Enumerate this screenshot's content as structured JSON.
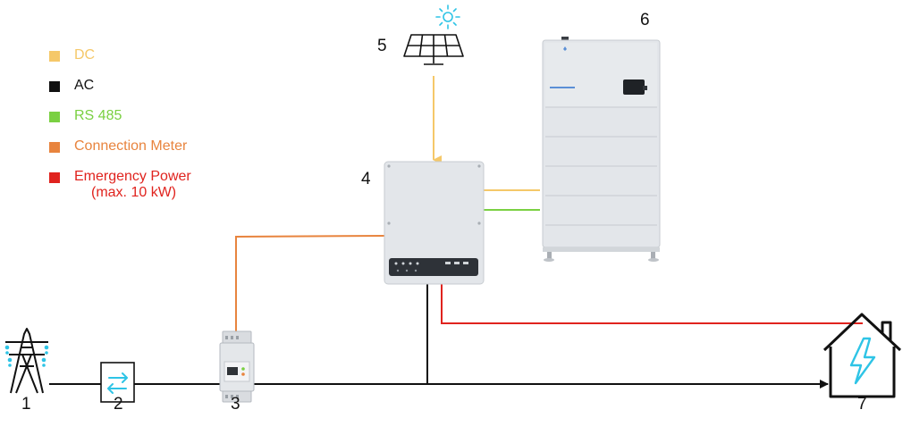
{
  "colors": {
    "dc": "#F5C869",
    "ac": "#111111",
    "rs485": "#7AD042",
    "connection_meter": "#E8843E",
    "emergency_power": "#E0231E",
    "device_fill": "#E3E6EA",
    "icon_cyan": "#2EC4E6"
  },
  "legend": {
    "items": [
      {
        "key": "dc",
        "label": "DC"
      },
      {
        "key": "ac",
        "label": "AC"
      },
      {
        "key": "rs485",
        "label": "RS 485"
      },
      {
        "key": "connection_meter",
        "label": "Connection Meter"
      },
      {
        "key": "emergency_power",
        "label": "Emergency Power",
        "sublabel": "(max. 10 kW)"
      }
    ]
  },
  "components": {
    "grid_pylon": {
      "number": "1",
      "icon": "power-pylon-icon"
    },
    "switch_box": {
      "number": "2",
      "icon": "bidirectional-arrows-icon"
    },
    "energy_meter": {
      "number": "3",
      "icon": "din-rail-meter-icon"
    },
    "hybrid_inverter": {
      "number": "4",
      "icon": "inverter-icon"
    },
    "solar_panel": {
      "number": "5",
      "icon": "solar-panel-icon"
    },
    "battery_storage": {
      "number": "6",
      "icon": "battery-cabinet-icon"
    },
    "house": {
      "number": "7",
      "icon": "house-lightning-icon"
    }
  }
}
